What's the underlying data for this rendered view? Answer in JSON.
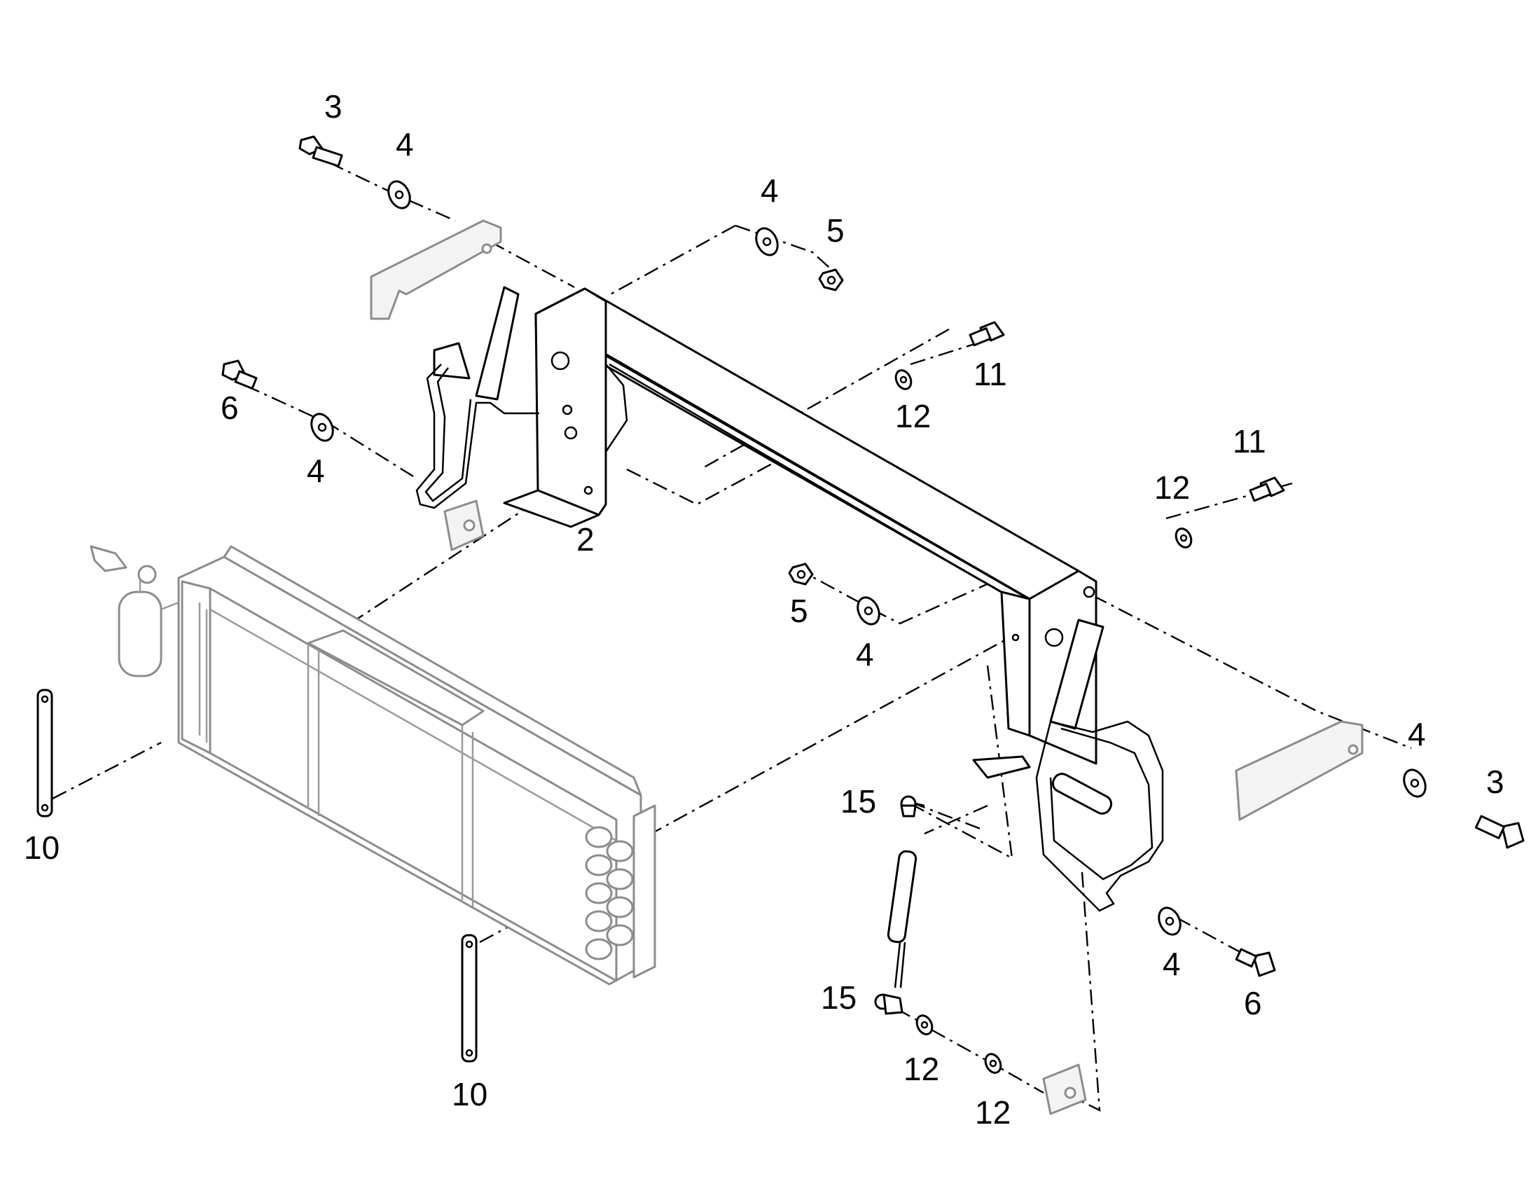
{
  "callouts": {
    "c3a": "3",
    "c4a": "4",
    "c4b": "4",
    "c5a": "5",
    "c11a": "11",
    "c12a": "12",
    "c6a": "6",
    "c4c": "4",
    "c2": "2",
    "c11b": "11",
    "c12b": "12",
    "c5b": "5",
    "c4d": "4",
    "c10a": "10",
    "c15a": "15",
    "c4e": "4",
    "c3b": "3",
    "c4f": "4",
    "c6b": "6",
    "c15b": "15",
    "c10b": "10",
    "c12c": "12",
    "c12d": "12"
  }
}
